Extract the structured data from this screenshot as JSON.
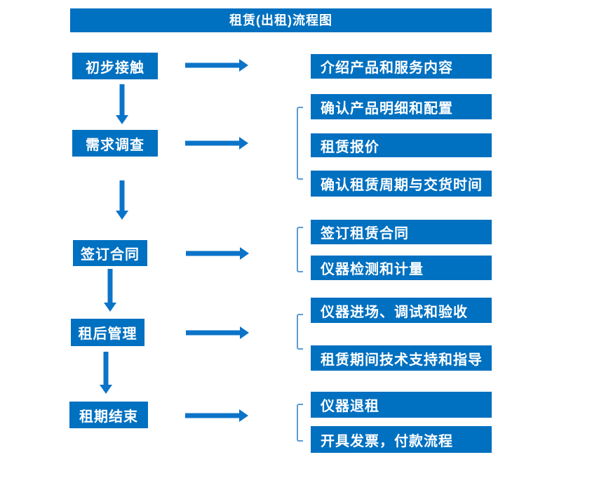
{
  "title": "租赁(出租)流程图",
  "colors": {
    "box": "#0070C0",
    "arrow": "#0B74C8",
    "bracket": "#5B9BD5",
    "text": "#FFFFFF",
    "background": "#FFFFFF"
  },
  "steps": [
    {
      "label": "初步接触",
      "details": [
        "介绍产品和服务内容"
      ]
    },
    {
      "label": "需求调查",
      "details": [
        "确认产品明细和配置",
        "租赁报价",
        "确认租赁周期与交货时间"
      ]
    },
    {
      "label": "签订合同",
      "details": [
        "签订租赁合同",
        "仪器检测和计量"
      ]
    },
    {
      "label": "租后管理",
      "details": [
        "仪器进场、调试和验收",
        "租赁期间技术支持和指导"
      ]
    },
    {
      "label": "租期结束",
      "details": [
        "仪器退租",
        "开具发票，付款流程"
      ]
    }
  ]
}
